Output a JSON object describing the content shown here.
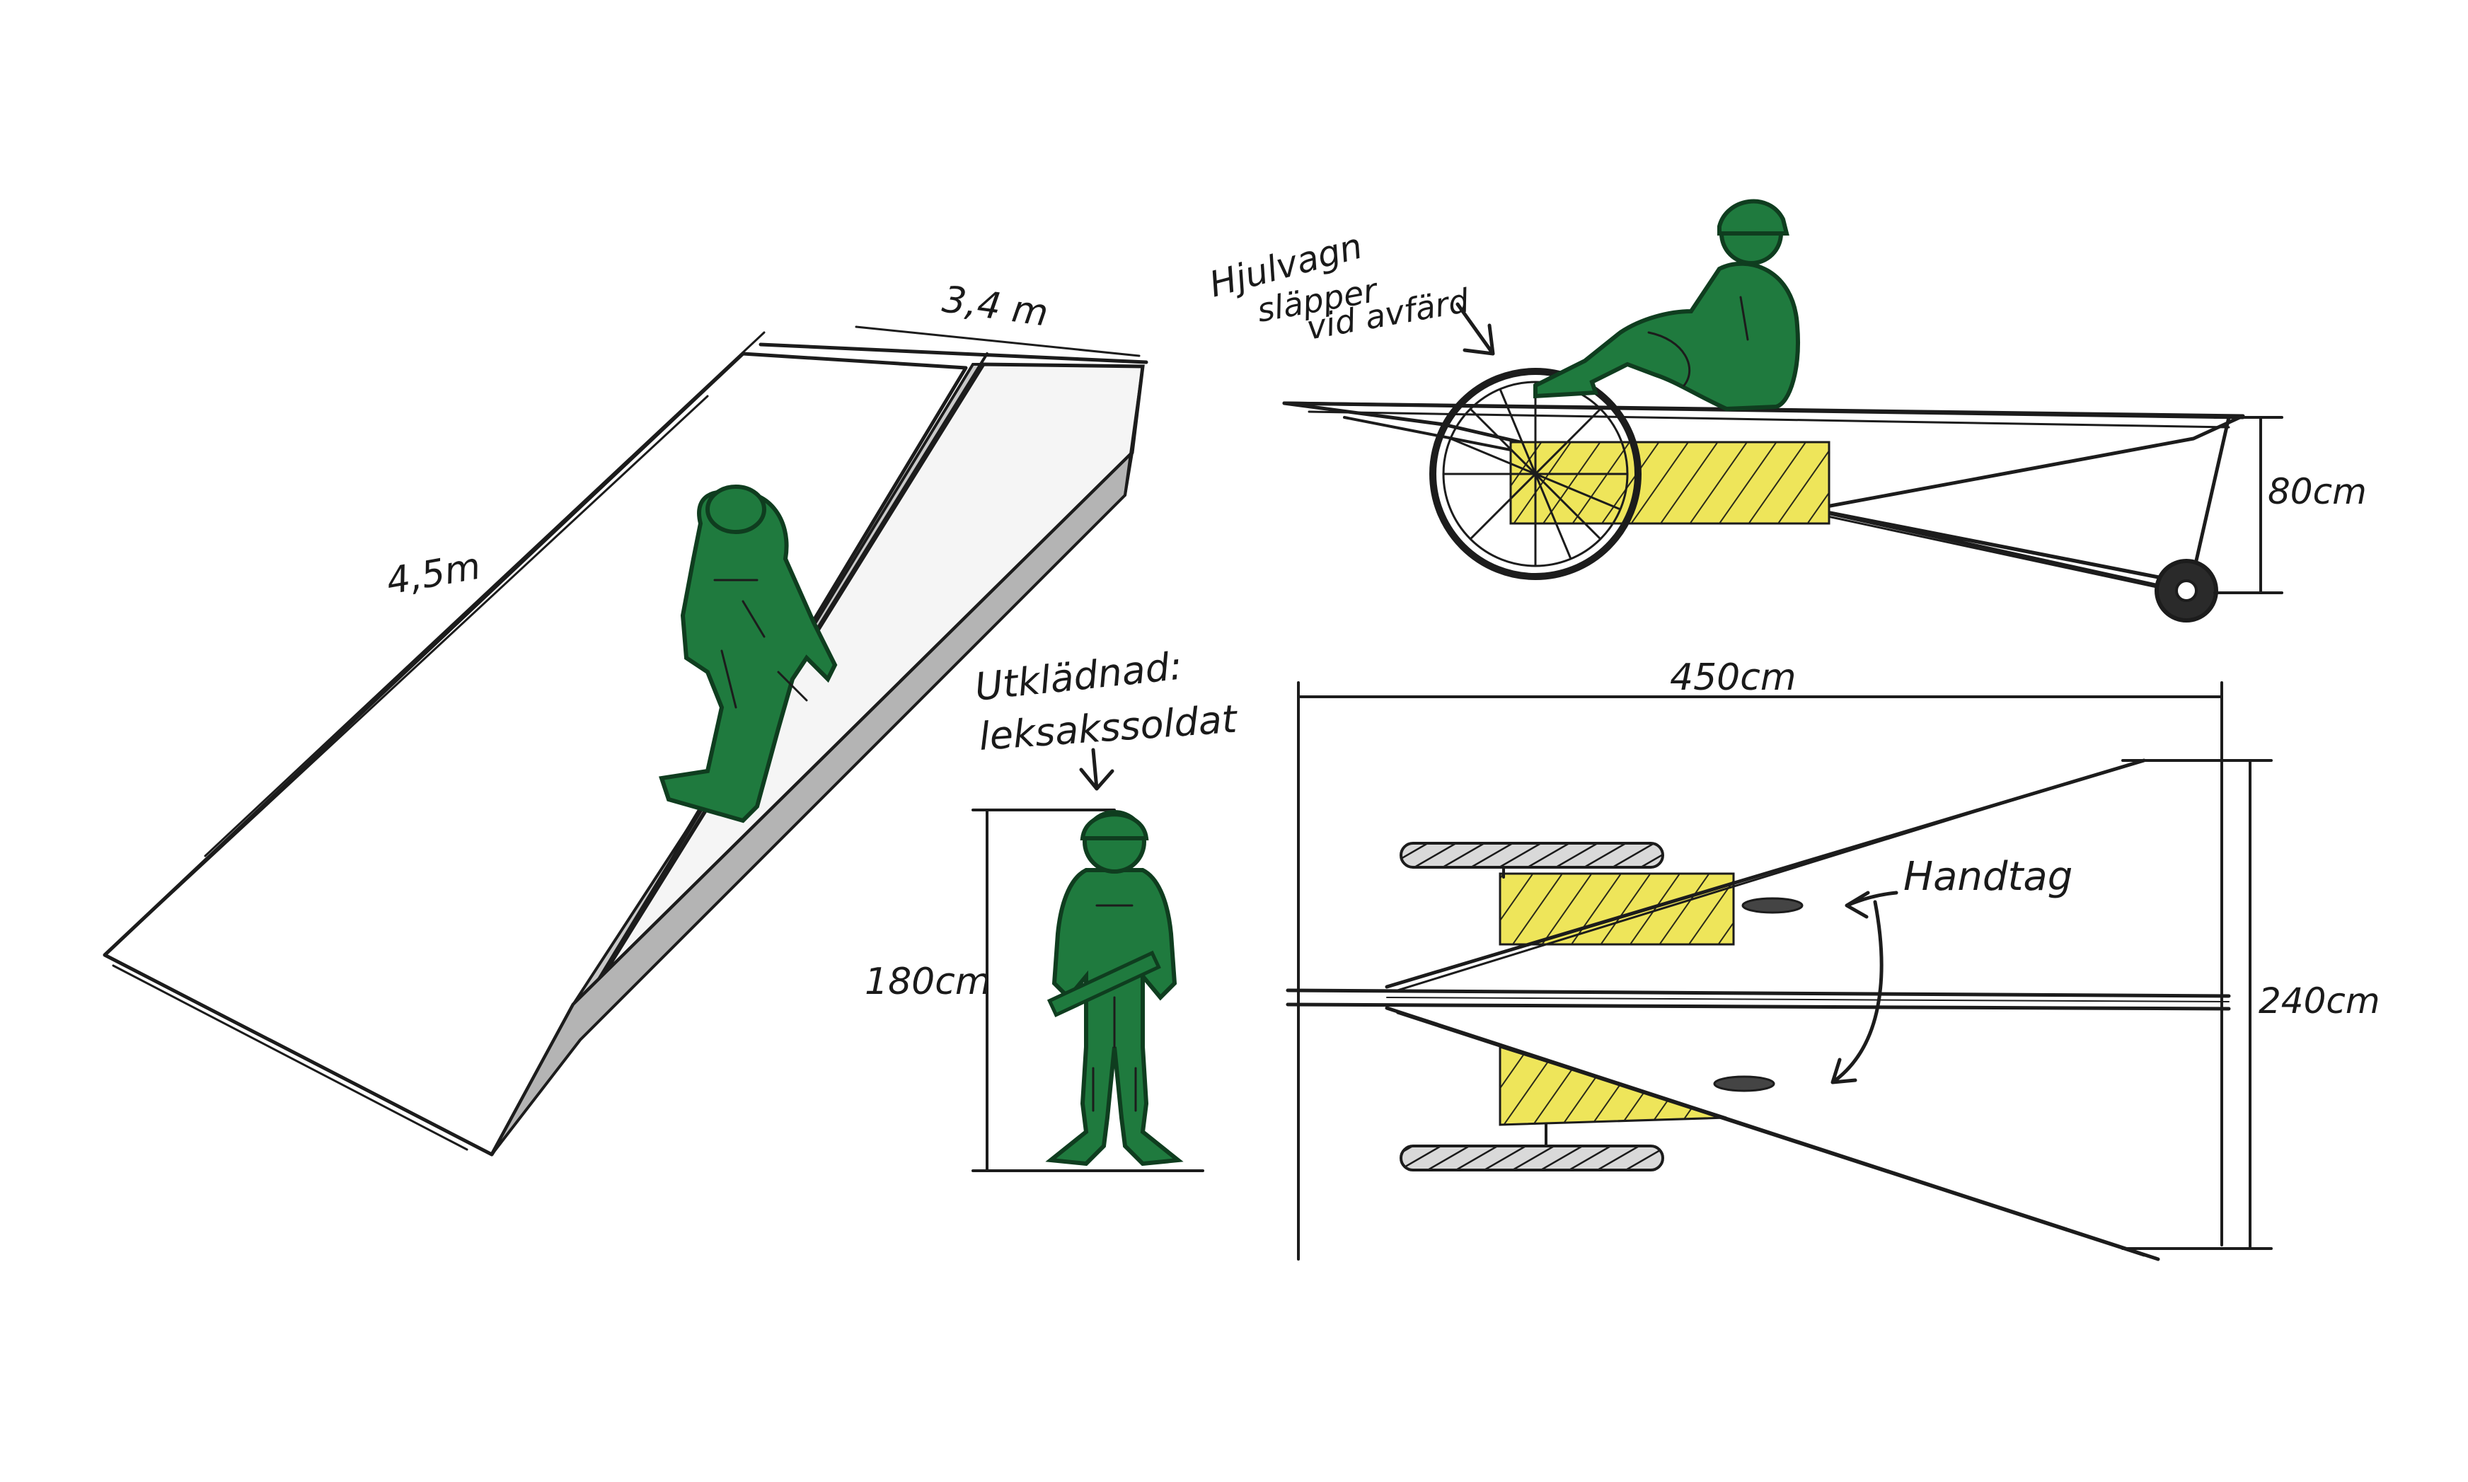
{
  "colors": {
    "paper": "#ffffff",
    "ink": "#1c1c1c",
    "soldier_green": "#1f7a3e",
    "soldier_outline": "#0f3d1f",
    "highlight_yellow": "#eee55a",
    "ramp_gray": "#b4b4b4"
  },
  "labels": {
    "ramp_length": "4,5m",
    "ramp_width": "3,4 m",
    "wheel_cart_note": [
      "Hjulvagn",
      "släpper",
      "vid avfärd"
    ],
    "side_height": "80cm",
    "costume_note": [
      "Utklädnad:",
      "leksakssoldat"
    ],
    "person_height": "180cm",
    "plan_length": "450cm",
    "plan_width": "240cm",
    "handles": "Handtag"
  },
  "icons": {
    "soldier_on_ramp": "toy-soldier-figure",
    "soldier_seated": "seated-toy-soldier-figure",
    "soldier_standing": "standing-toy-soldier-figure"
  }
}
